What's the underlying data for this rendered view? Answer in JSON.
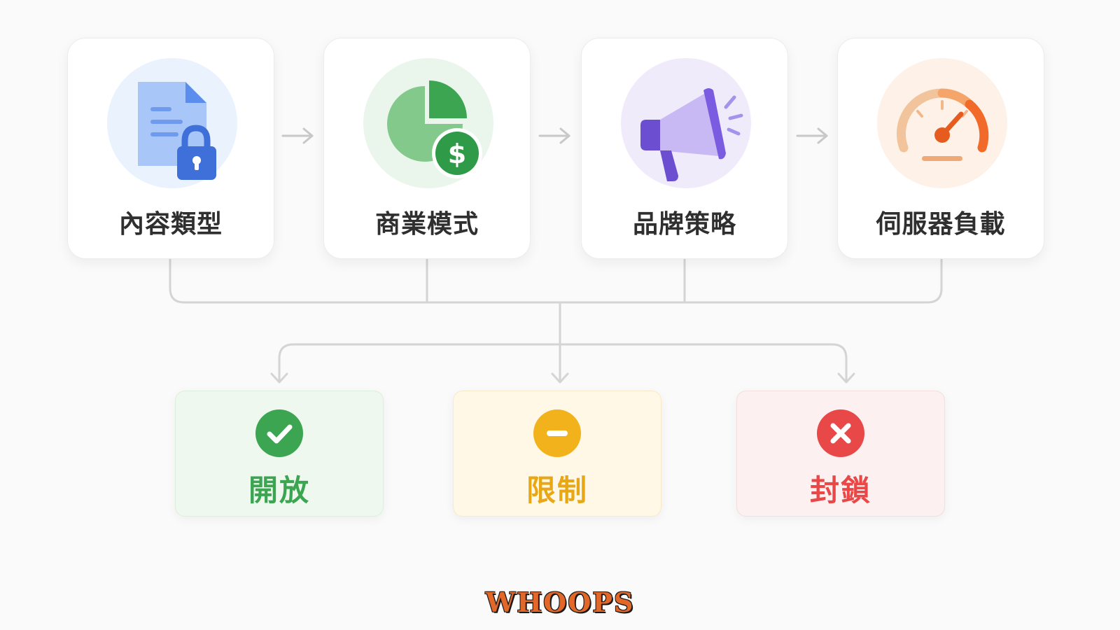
{
  "factors": [
    {
      "label": "內容類型",
      "icon": "document-lock-icon"
    },
    {
      "label": "商業模式",
      "icon": "pie-chart-dollar-icon"
    },
    {
      "label": "品牌策略",
      "icon": "megaphone-icon"
    },
    {
      "label": "伺服器負載",
      "icon": "speedometer-icon"
    }
  ],
  "outcomes": [
    {
      "label": "開放",
      "icon": "check-circle-icon",
      "color": "#3ba552",
      "bg": "#eef8ee",
      "border": "#dcefdc"
    },
    {
      "label": "限制",
      "icon": "minus-circle-icon",
      "color": "#f2b21c",
      "bg": "#fff8e6",
      "border": "#f6ebc8"
    },
    {
      "label": "封鎖",
      "icon": "x-circle-icon",
      "color": "#e84848",
      "bg": "#fdf0f0",
      "border": "#f4dede"
    }
  ],
  "colors": {
    "connector": "#d4d4d4",
    "arrow": "#c8c8c8",
    "card_border": "#ececec",
    "watermark": "#e2682a"
  },
  "watermark": "WHOOPS"
}
